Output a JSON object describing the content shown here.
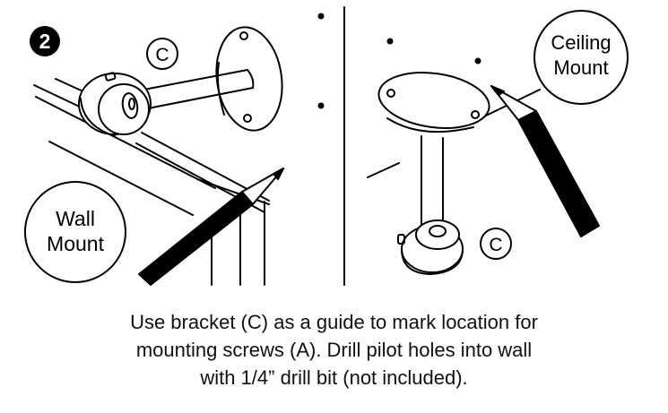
{
  "step": {
    "number": "2"
  },
  "labels": {
    "bracket_left": "C",
    "bracket_right": "C",
    "wall_mount_line1": "Wall",
    "wall_mount_line2": "Mount",
    "ceiling_mount_line1": "Ceiling",
    "ceiling_mount_line2": "Mount"
  },
  "caption": {
    "line1": "Use bracket (C) as a guide to mark location for",
    "line2": "mounting screws (A). Drill pilot holes into wall",
    "line3": "with 1/4” drill bit (not included)."
  },
  "colors": {
    "ink": "#000000",
    "paper": "#ffffff"
  }
}
